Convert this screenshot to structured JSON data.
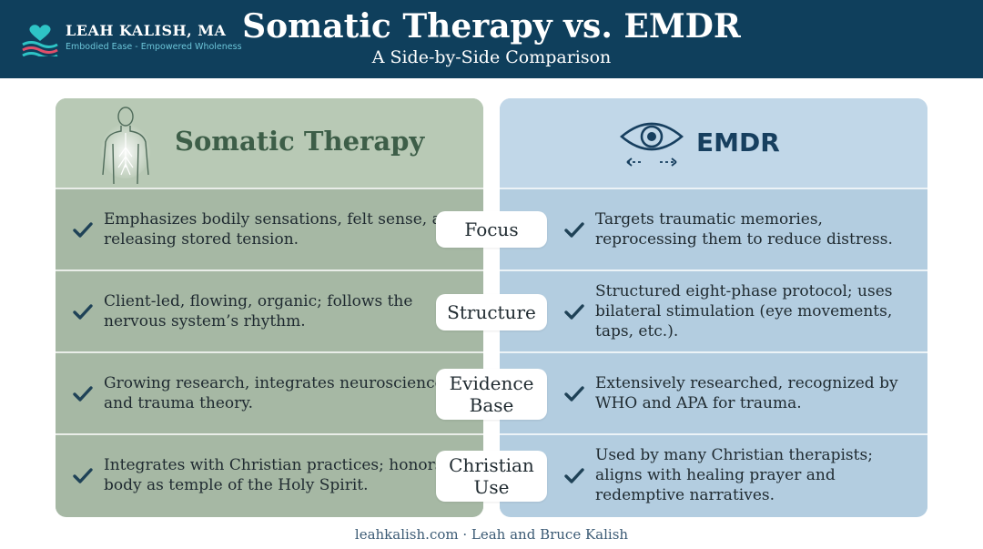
{
  "header": {
    "logo_name": "LEAH KALISH, MA",
    "logo_tagline": "Embodied Ease - Empowered Wholeness",
    "title": "Somatic Therapy vs. EMDR",
    "subtitle": "A Side-by-Side Comparison"
  },
  "left": {
    "title": "Somatic Therapy",
    "rows": [
      "Emphasizes bodily sensations, felt sense, and releasing stored tension.",
      "Client-led, flowing, organic; follows the nervous system’s rhythm.",
      "Growing research, integrates neuroscience and trauma theory.",
      "Integrates with Christian practices; honors body as temple of the Holy Spirit."
    ]
  },
  "right": {
    "title": "EMDR",
    "rows": [
      "Targets traumatic memories, reprocessing them to reduce distress.",
      "Structured eight-phase protocol; uses bilateral stimulation (eye movements, taps, etc.).",
      "Extensively researched, recognized by WHO and APA for trauma.",
      "Used by many Christian therapists; aligns with healing prayer and redemptive narratives."
    ]
  },
  "categories": [
    "Focus",
    "Structure",
    "Evidence Base",
    "Christian Use"
  ],
  "footer": "leahkalish.com · Leah and Bruce Kalish",
  "icons": {
    "logo": "heart-waves-icon",
    "somatic": "human-body-icon",
    "emdr": "eye-icon",
    "check": "check-icon"
  },
  "colors": {
    "header_bg": "#0f3f5c",
    "somatic_panel": "#a6b8a4",
    "emdr_panel": "#b3cde0",
    "check": "#1f4257",
    "somatic_title": "#3d5e48",
    "emdr_title": "#173f5f"
  }
}
